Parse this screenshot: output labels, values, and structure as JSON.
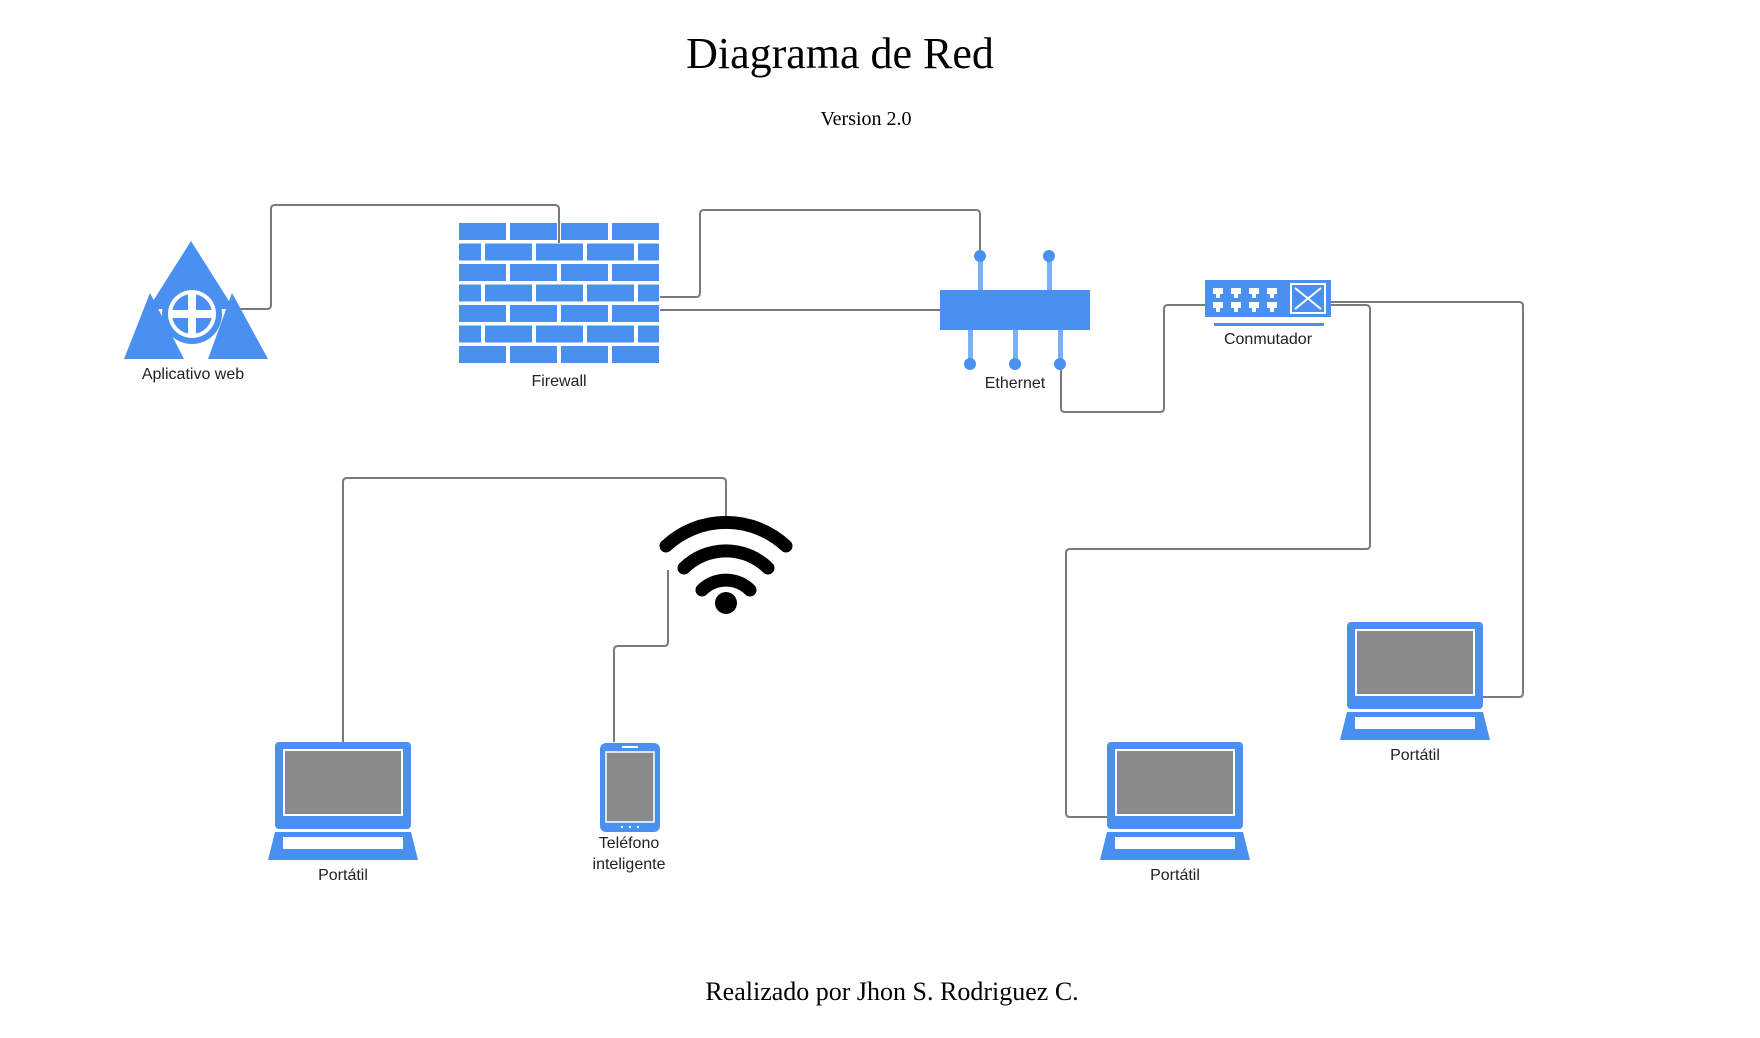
{
  "title": "Diagrama de Red",
  "subtitle": "Version 2.0",
  "footer": "Realizado por Jhon S. Rodriguez C.",
  "colors": {
    "accent": "#4a90f0",
    "screen": "#8a8a8a",
    "line": "#7a7a7a",
    "wifi": "#000000"
  },
  "nodes": {
    "web_app": {
      "label": "Aplicativo web",
      "icon": "web-app-triangle-icon"
    },
    "firewall": {
      "label": "Firewall",
      "icon": "firewall-icon"
    },
    "router": {
      "label": "Ethernet",
      "icon": "router-icon"
    },
    "switch": {
      "label": "Conmutador",
      "icon": "switch-icon"
    },
    "wifi": {
      "label": "",
      "icon": "wifi-icon"
    },
    "laptop_left": {
      "label": "Portátil",
      "icon": "laptop-icon"
    },
    "phone": {
      "label_line1": "Teléfono",
      "label_line2": "inteligente",
      "icon": "smartphone-icon"
    },
    "laptop_mid": {
      "label": "Portátil",
      "icon": "laptop-icon"
    },
    "laptop_right": {
      "label": "Portátil",
      "icon": "laptop-icon"
    }
  }
}
